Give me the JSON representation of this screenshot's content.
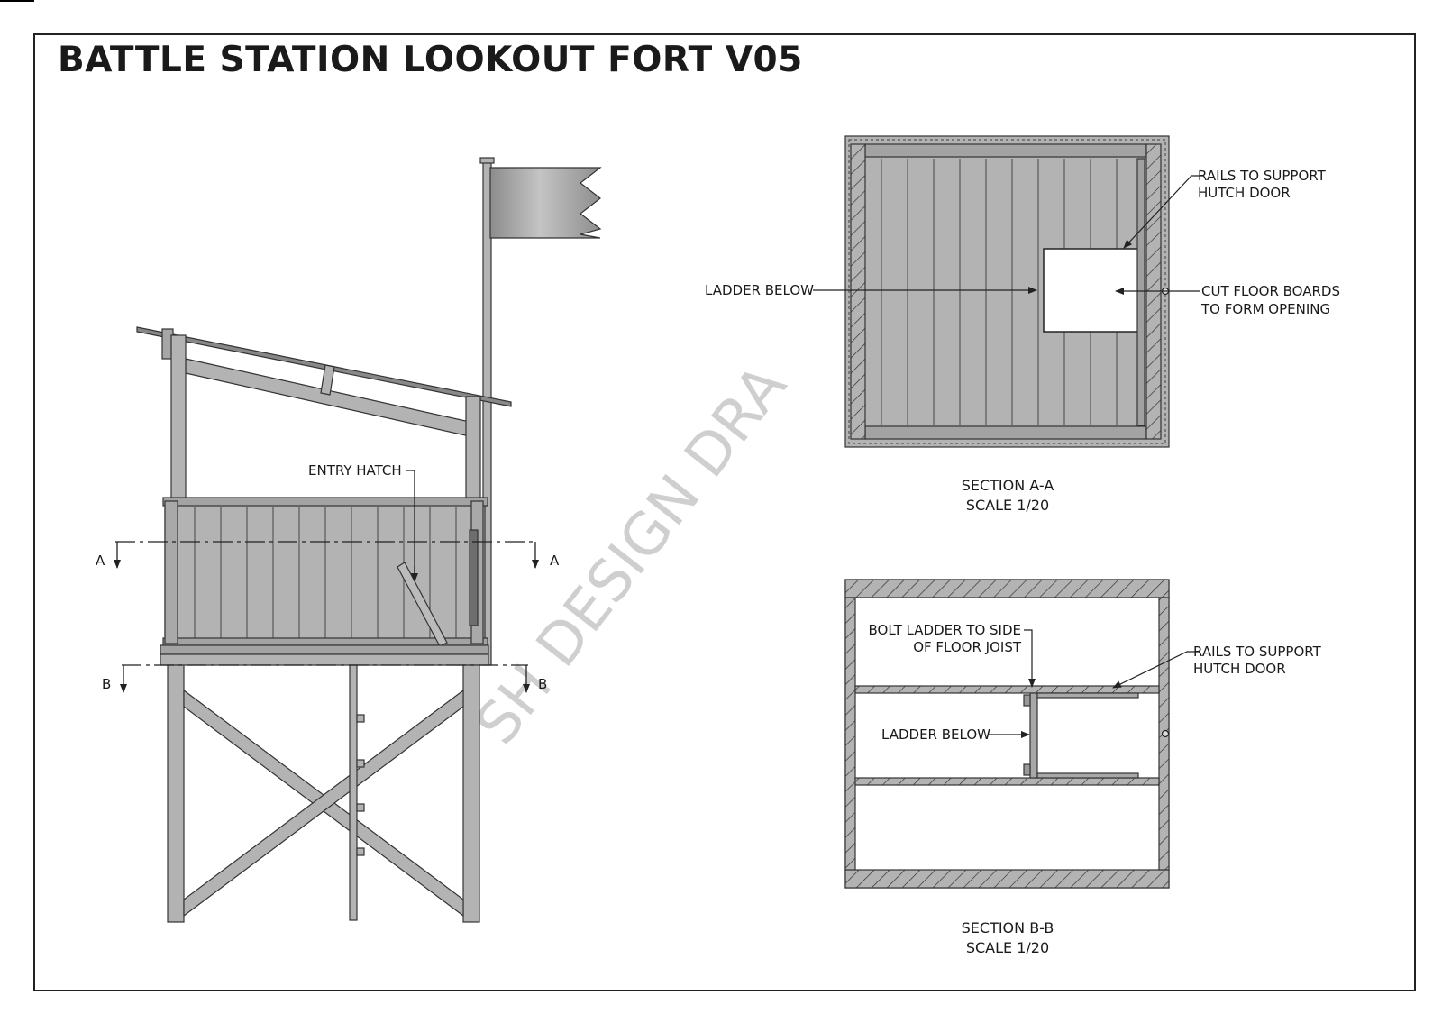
{
  "drawing": {
    "title": "BATTLE STATION LOOKOUT FORT V05",
    "watermark": "SH DESIGN DRA",
    "elevation": {
      "label_entry_hatch": "ENTRY HATCH",
      "section_mark_a": "A",
      "section_mark_b": "B"
    },
    "section_a": {
      "title": "SECTION A-A",
      "scale": "SCALE 1/20",
      "label_rails_line1": "RAILS TO SUPPORT",
      "label_rails_line2": "HUTCH DOOR",
      "label_ladder": "LADDER BELOW",
      "label_cut_line1": "CUT FLOOR BOARDS",
      "label_cut_line2": "TO FORM OPENING"
    },
    "section_b": {
      "title": "SECTION B-B",
      "scale": "SCALE 1/20",
      "label_bolt_line1": "BOLT LADDER TO SIDE",
      "label_bolt_line2": "OF FLOOR JOIST",
      "label_ladder": "LADDER BELOW",
      "label_rails_line1": "RAILS TO SUPPORT",
      "label_rails_line2": "HUTCH DOOR"
    }
  }
}
